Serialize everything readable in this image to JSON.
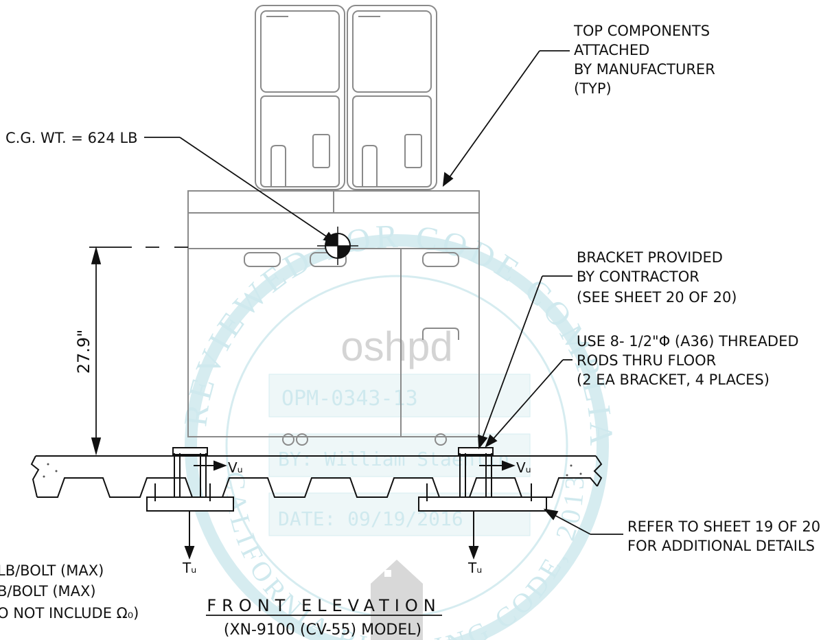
{
  "callouts": {
    "top_components": [
      "TOP COMPONENTS",
      "ATTACHED",
      "BY MANUFACTURER",
      "(TYP)"
    ],
    "cg_weight": "C.G. WT. = 624 LB",
    "bracket": [
      "BRACKET PROVIDED",
      "BY CONTRACTOR",
      "(SEE SHEET 20 OF 20)"
    ],
    "rods": [
      "USE 8- 1/2\"Φ (A36) THREADED",
      "RODS THRU FLOOR",
      "(2 EA BRACKET, 4 PLACES)"
    ],
    "refer": [
      "REFER TO SHEET 19 OF 20",
      "FOR ADDITIONAL DETAILS"
    ]
  },
  "dimension": "27.9\"",
  "forces": {
    "shear": "Vᵤ",
    "tension": "Tᵤ"
  },
  "notes": [
    "LB/BOLT  (MAX)",
    "B/BOLT  (MAX)",
    "O NOT INCLUDE Ω₀)"
  ],
  "title": {
    "main": "FRONT ELEVATION",
    "model": "(XN-9100 (CV-55) MODEL)"
  },
  "stamp": {
    "arc_text": "REVIEWED FOR CODE COMPLIANCE",
    "agency": "oshpd",
    "opm": "OPM-0343-13",
    "by": "BY: William Staehlin",
    "date": "DATE: 09/19/2016",
    "bottom_arc": "CALIFORNIA BUILDING CODE, 2013"
  },
  "colors": {
    "line": "#111111",
    "faint": "#8a8a8a",
    "stamp": "#cfe9ee"
  }
}
